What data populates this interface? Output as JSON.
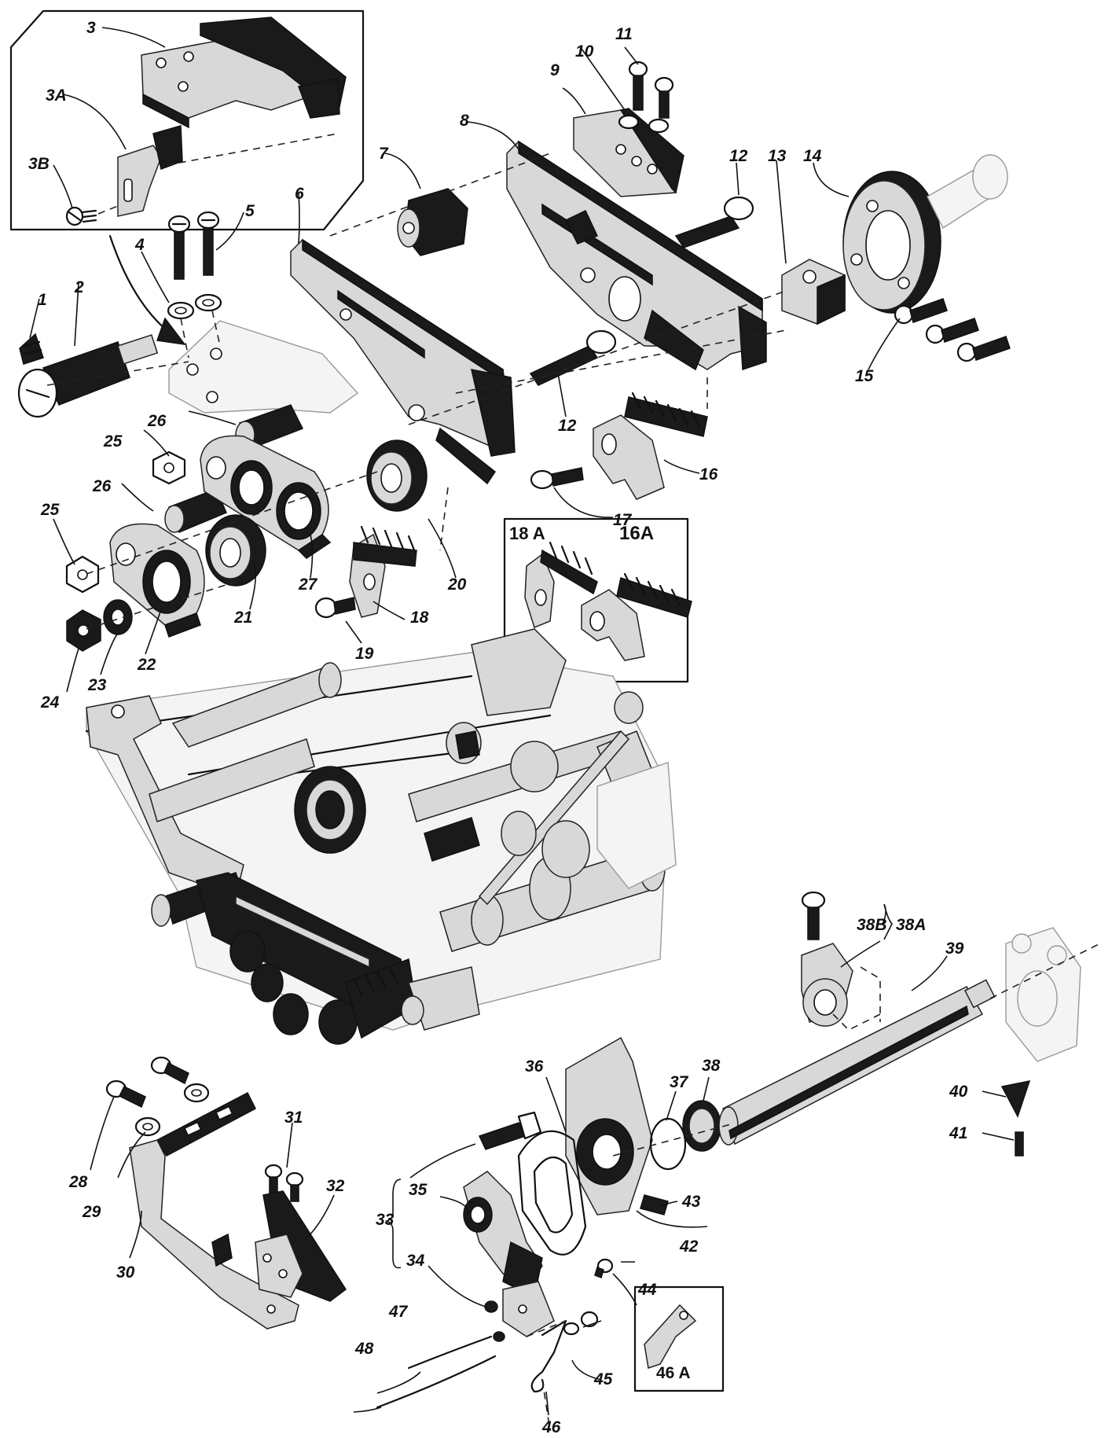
{
  "labels": {
    "p1": "1",
    "p2": "2",
    "p3": "3",
    "p3A": "3A",
    "p3B": "3B",
    "p4": "4",
    "p5": "5",
    "p6": "6",
    "p7": "7",
    "p8": "8",
    "p9": "9",
    "p10": "10",
    "p11": "11",
    "p12a": "12",
    "p12b": "12",
    "p13": "13",
    "p14": "14",
    "p15": "15",
    "p16": "16",
    "p16A": "16A",
    "p17": "17",
    "p18": "18",
    "p18A": "18 A",
    "p19": "19",
    "p20": "20",
    "p21": "21",
    "p22": "22",
    "p23": "23",
    "p24": "24",
    "p25a": "25",
    "p25b": "25",
    "p26a": "26",
    "p26b": "26",
    "p27": "27",
    "p28": "28",
    "p29": "29",
    "p30": "30",
    "p31": "31",
    "p32": "32",
    "p33": "33",
    "p34": "34",
    "p35": "35",
    "p36": "36",
    "p37": "37",
    "p38": "38",
    "p38A": "38A",
    "p38B": "38B",
    "p39": "39",
    "p40": "40",
    "p41": "41",
    "p42": "42",
    "p43": "43",
    "p44": "44",
    "p45": "45",
    "p46": "46",
    "p46A": "46 A",
    "p47": "47",
    "p48": "48"
  },
  "icons": {
    "inset_top_left": "exploded-inset-panel-icon",
    "inset_feed_dogs": "feed-dog-inset-panel-icon",
    "inset_46A": "part-46A-inset-panel-icon",
    "machine": "sewing-machine-assembly-icon"
  }
}
